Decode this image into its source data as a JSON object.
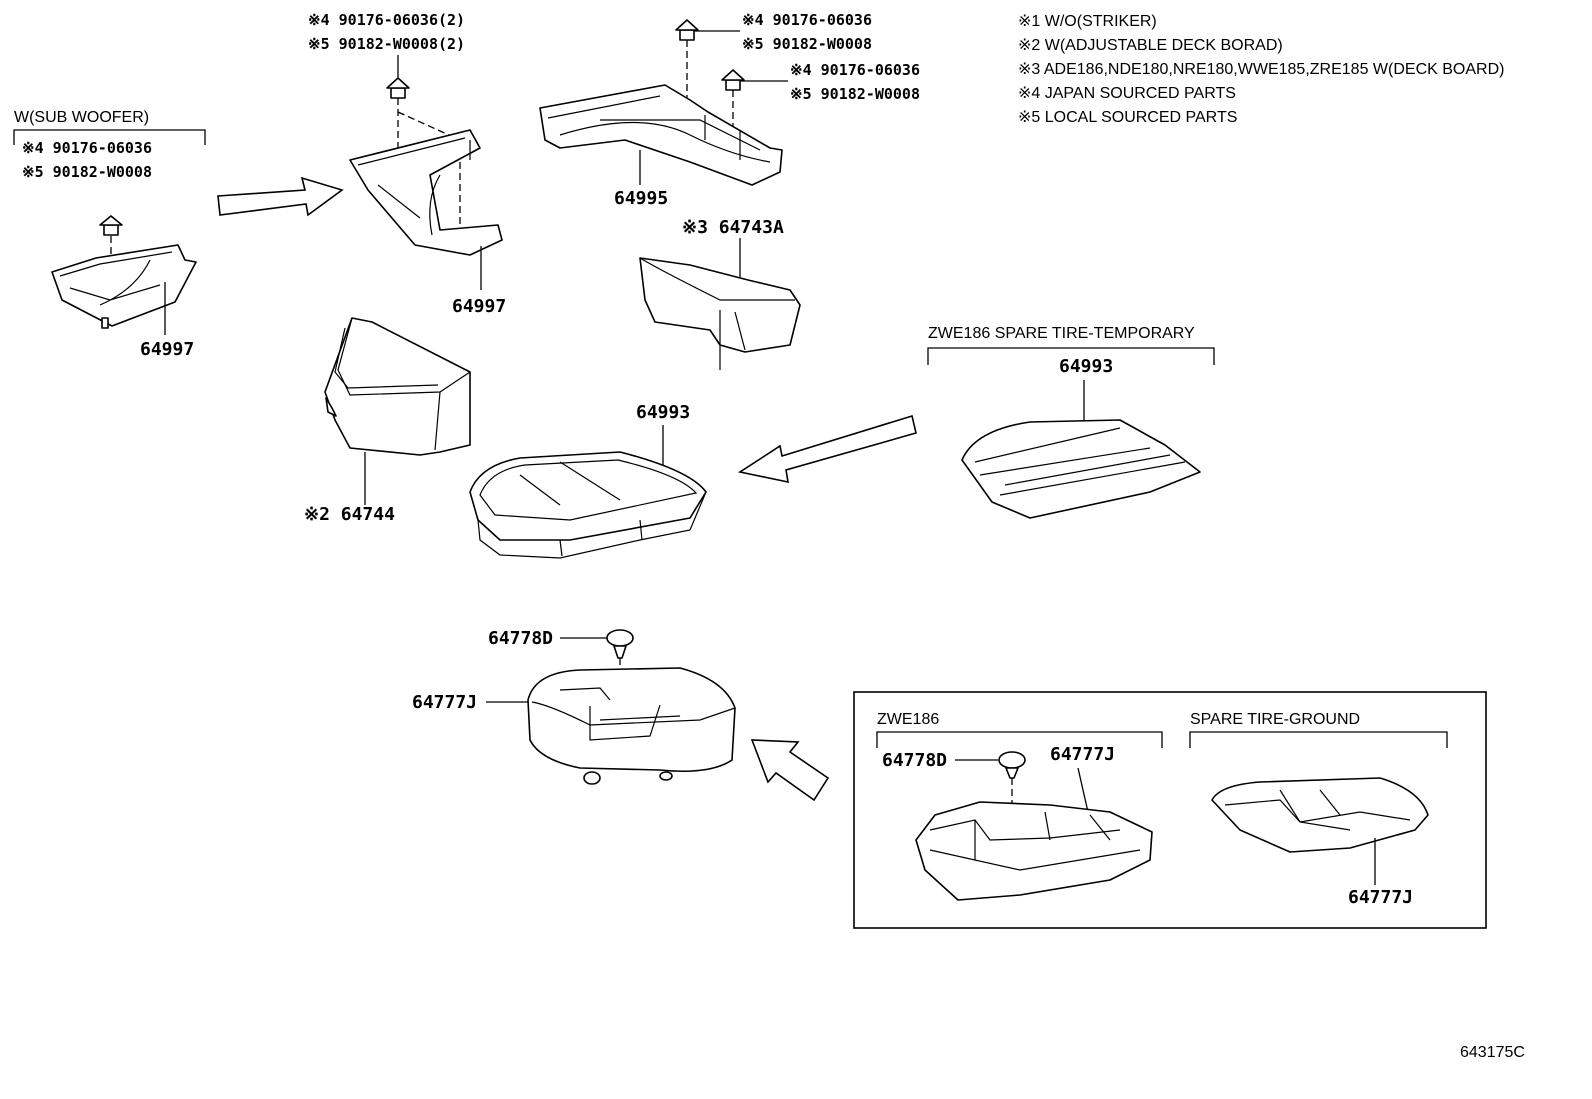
{
  "notes": [
    "※1 W/O(STRIKER)",
    "※2 W(ADJUSTABLE DECK BORAD)",
    "※3 ADE186,NDE180,NRE180,WWE185,ZRE185 W(DECK BOARD)",
    "※4 JAPAN SOURCED PARTS",
    "※5 LOCAL SOURCED PARTS"
  ],
  "groups": {
    "sub_woofer": "W(SUB WOOFER)",
    "zwe186_temp": "ZWE186 SPARE TIRE-TEMPORARY",
    "zwe186": "ZWE186",
    "spare_ground": "SPARE TIRE-GROUND"
  },
  "callouts": {
    "sw_p4": "※4 90176-06036",
    "sw_p5": "※5 90182-W0008",
    "mid_p4": "※4 90176-06036(2)",
    "mid_p5": "※5 90182-W0008(2)",
    "top_p4": "※4 90176-06036",
    "top_p5": "※5 90182-W0008",
    "right_p4": "※4 90176-06036",
    "right_p5": "※5 90182-W0008"
  },
  "parts": {
    "p64997_left": "64997",
    "p64997_mid": "64997",
    "p64995": "64995",
    "p64743a": "※3 64743A",
    "p64744": "※2 64744",
    "p64993_main": "64993",
    "p64993_right": "64993",
    "p64778d_main": "64778D",
    "p64777j_main": "64777J",
    "p64778d_inset": "64778D",
    "p64777j_inset": "64777J",
    "p64777j_ground": "64777J"
  },
  "figure_id": "643175C"
}
